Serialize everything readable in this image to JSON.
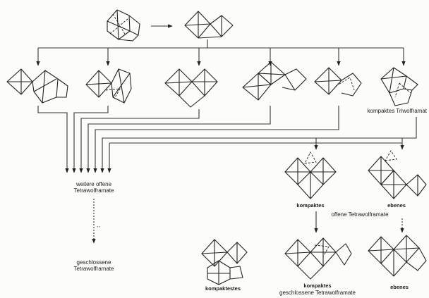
{
  "labels": {
    "kompaktes_triwolframat": "kompaktes Triwolframat",
    "weitere_offene_1": "weitere offene",
    "weitere_offene_2": "Tetrawolframate",
    "kompaktes_offen": "kompaktes",
    "ebenes_offen": "ebenes",
    "offene_tetrawolframate": "offene Tetrawolframate",
    "geschlossene_1": "geschlossene",
    "geschlossene_2": "Tetrawolframate",
    "kompaktestes": "kompaktestes",
    "kompaktes_geschl_1": "kompaktes",
    "kompaktes_geschl_2": "geschlossene Tetrawolframate",
    "ebenes_geschl": "ebenes"
  }
}
